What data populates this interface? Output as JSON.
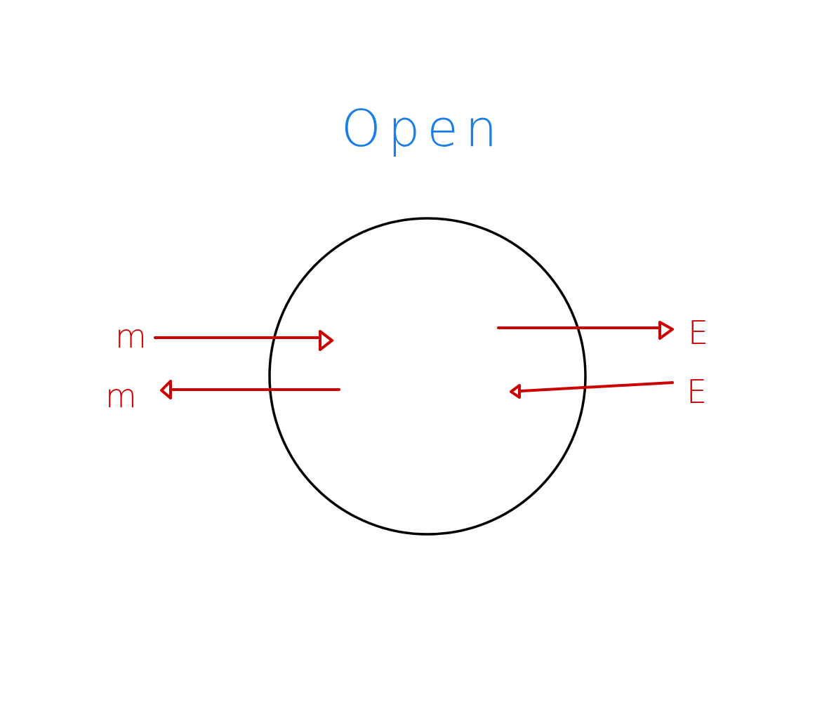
{
  "title": {
    "text": "Open",
    "color": "#1a7ee6"
  },
  "system": {
    "stroke_color": "#000000"
  },
  "flows": {
    "color": "#cc0000",
    "mass_in_label": "m",
    "mass_out_label": "m",
    "energy_in_label": "E",
    "energy_out_label": "E"
  }
}
